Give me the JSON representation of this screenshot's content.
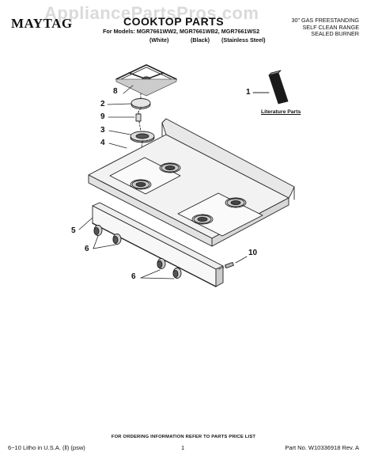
{
  "watermark": "AppliancePartsPros.com",
  "header": {
    "brand": "MAYTAG",
    "title": "COOKTOP PARTS",
    "models_line": "For Models: MGR7661WW2, MGR7661WB2, MGR7661WS2",
    "color_white": "(White)",
    "color_black": "(Black)",
    "color_stainless": "(Stainless Steel)",
    "description": [
      "30\" GAS FREESTANDING",
      "SELF CLEAN RANGE",
      "SEALED BURNER"
    ]
  },
  "diagram": {
    "callouts": [
      "8",
      "2",
      "9",
      "3",
      "4",
      "1",
      "5",
      "6",
      "6",
      "10"
    ],
    "literature_label": "Literature Parts"
  },
  "footer": {
    "ordering_info": "FOR ORDERING INFORMATION REFER TO PARTS PRICE LIST",
    "litho": "6−10 Litho in U.S.A. (ll) (psw)",
    "page_number": "1",
    "part_number": "Part No. W10336918 Rev. A"
  }
}
